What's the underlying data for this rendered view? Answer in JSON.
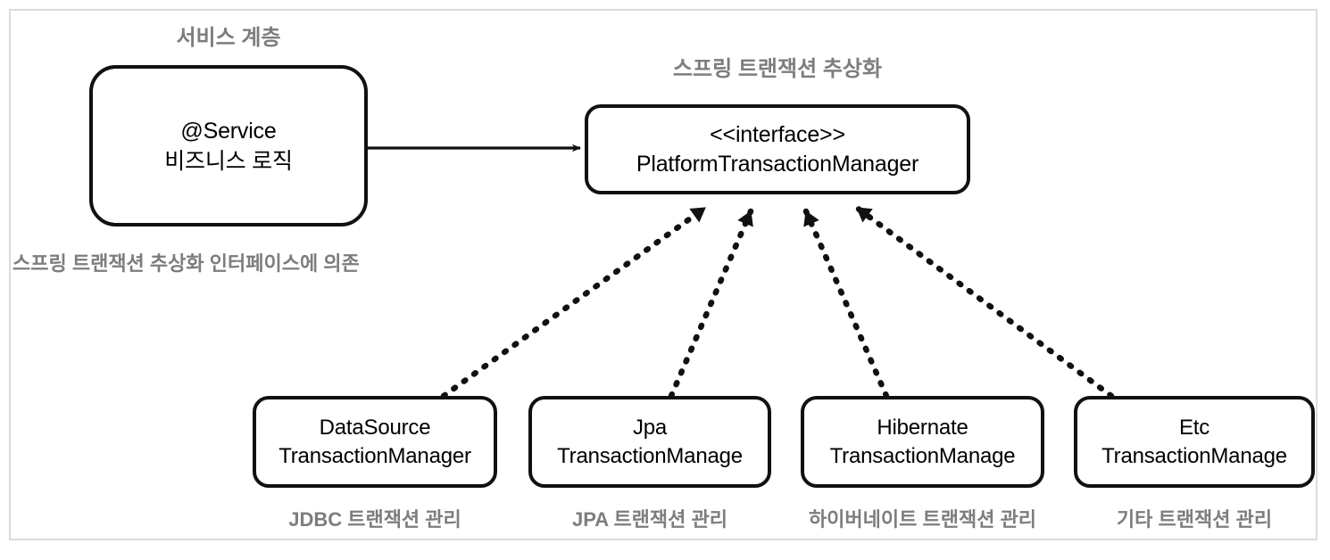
{
  "diagram": {
    "title_note": "Spring transaction abstraction diagram",
    "captions": {
      "service_layer": "서비스 계층",
      "spring_abstraction": "스프링 트랜잭션 추상화",
      "depends_on_interface": "스프링 트랜잭션 추상화 인터페이스에 의존"
    },
    "service_node": {
      "line1": "@Service",
      "line2": "비즈니스 로직"
    },
    "interface_node": {
      "line1": "<<interface>>",
      "line2": "PlatformTransactionManager"
    },
    "implementations": [
      {
        "line1": "DataSource",
        "line2": "TransactionManager",
        "caption": "JDBC 트랜잭션 관리"
      },
      {
        "line1": "Jpa",
        "line2": "TransactionManage",
        "caption": "JPA 트랜잭션 관리"
      },
      {
        "line1": "Hibernate",
        "line2": "TransactionManage",
        "caption": "하이버네이트 트랜잭션 관리"
      },
      {
        "line1": "Etc",
        "line2": "TransactionManage",
        "caption": "기타 트랜잭션 관리"
      }
    ],
    "colors": {
      "stroke": "#111111",
      "caption_gray": "#7d7d7d",
      "frame_gray": "#dcdcdc",
      "background": "#ffffff"
    },
    "connectors": [
      {
        "name": "service-to-interface",
        "style": "solid-arrow",
        "from": "service_node",
        "to": "interface_node"
      },
      {
        "name": "datasource-realizes-interface",
        "style": "dotted-arrow",
        "from": "implementations.0",
        "to": "interface_node"
      },
      {
        "name": "jpa-realizes-interface",
        "style": "dotted-arrow",
        "from": "implementations.1",
        "to": "interface_node"
      },
      {
        "name": "hibernate-realizes-interface",
        "style": "dotted-arrow",
        "from": "implementations.2",
        "to": "interface_node"
      },
      {
        "name": "etc-realizes-interface",
        "style": "dotted-arrow",
        "from": "implementations.3",
        "to": "interface_node"
      }
    ]
  }
}
